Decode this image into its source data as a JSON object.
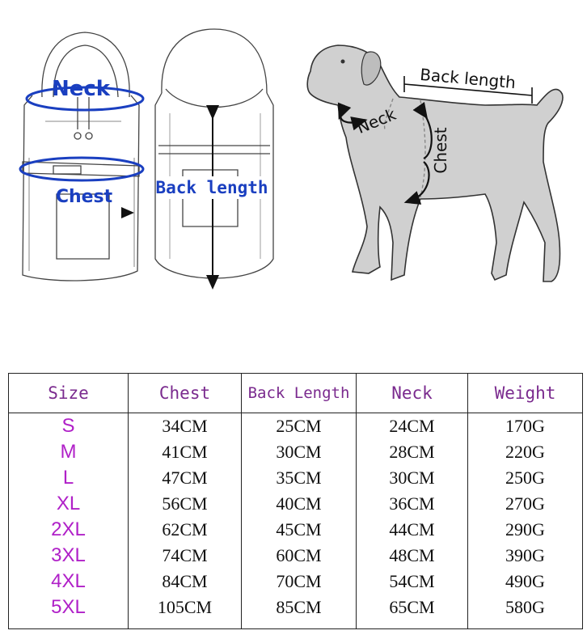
{
  "diagram": {
    "front_labels": {
      "neck": "Neck",
      "chest": "Chest"
    },
    "back_label": "Back length",
    "dog_labels": {
      "back_length": "Back length",
      "neck": "Neck",
      "chest": "Chest"
    },
    "colors": {
      "label_blue": "#1a3fc0",
      "sketch": "#333333",
      "dog_fill": "#d0d0d0"
    }
  },
  "table": {
    "headers": [
      "Size",
      "Chest",
      "Back Length",
      "Neck",
      "Weight"
    ],
    "rows": [
      [
        "S",
        "34CM",
        "25CM",
        "24CM",
        "170G"
      ],
      [
        "M",
        "41CM",
        "30CM",
        "28CM",
        "220G"
      ],
      [
        "L",
        "47CM",
        "35CM",
        "30CM",
        "250G"
      ],
      [
        "XL",
        "56CM",
        "40CM",
        "36CM",
        "270G"
      ],
      [
        "2XL",
        "62CM",
        "45CM",
        "44CM",
        "290G"
      ],
      [
        "3XL",
        "74CM",
        "60CM",
        "48CM",
        "390G"
      ],
      [
        "4XL",
        "84CM",
        "70CM",
        "54CM",
        "490G"
      ],
      [
        "5XL",
        "105CM",
        "85CM",
        "65CM",
        "580G"
      ]
    ],
    "colors": {
      "header": "#7a2a8e",
      "size": "#b020c8"
    }
  }
}
